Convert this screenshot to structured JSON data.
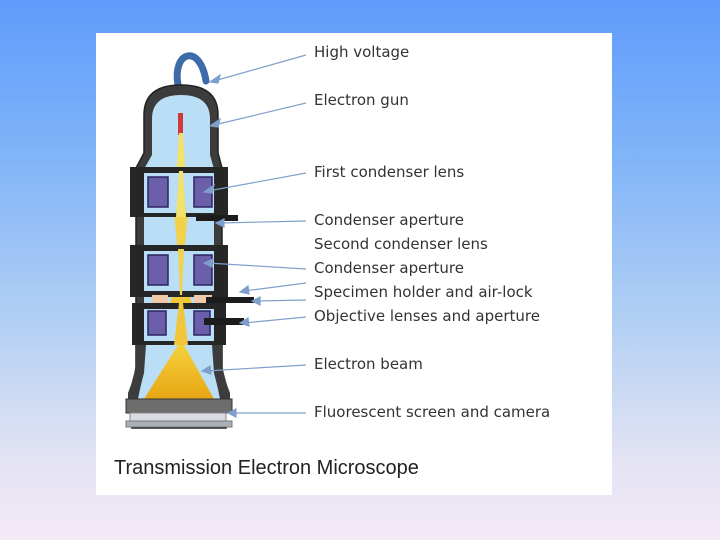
{
  "diagram": {
    "caption": "Transmission Electron Microscope",
    "labels": [
      "High voltage",
      "Electron gun",
      "First condenser lens",
      "Condenser  aperture",
      "Second condenser lens",
      "Condenser aperture",
      "Specimen holder and air-lock",
      "Objective lenses and aperture",
      "Electron beam",
      "Fluorescent  screen  and camera"
    ]
  }
}
